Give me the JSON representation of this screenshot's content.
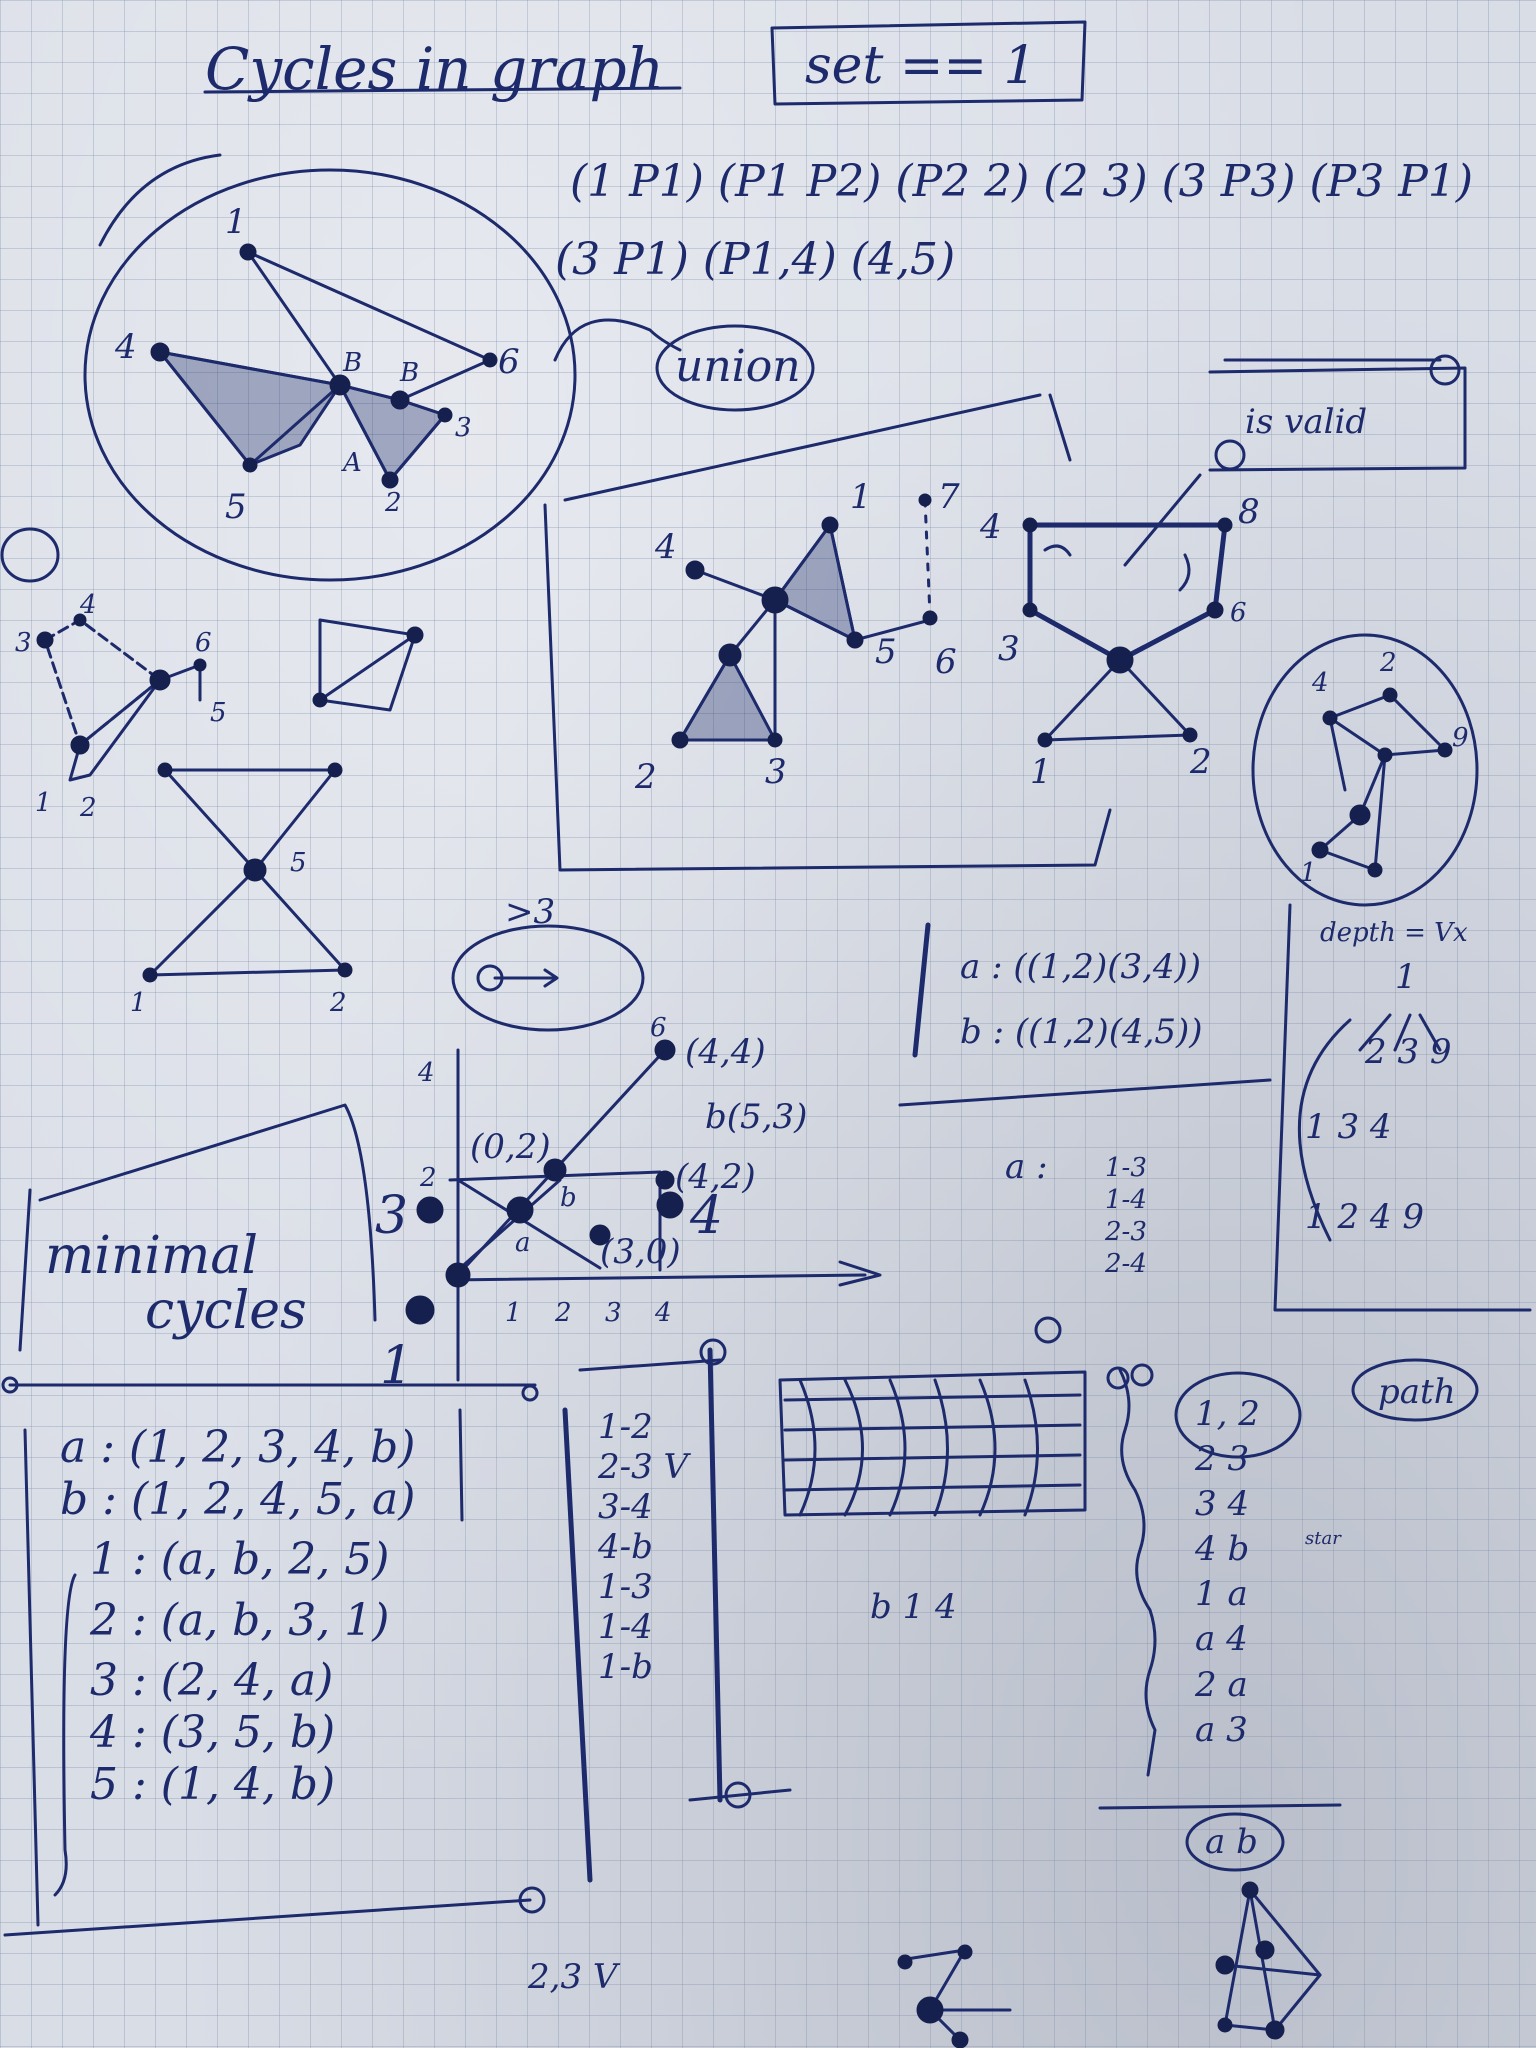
{
  "title": "Cycles in graph",
  "set_box": "set == 1",
  "pairs_line1": "(1 P1) (P1 P2) (P2 2) (2 3) (3 P3) (P3 P1)",
  "pairs_line2": "(3 P1) (P1,4) (4,5)",
  "union_label": "union",
  "is_valid_label": "is valid",
  "minimal_cycles_label": [
    "minimal",
    "cycles"
  ],
  "gt3_label": ">3",
  "cycle_pairs": [
    "a : ((1,2)(3,4))",
    "b : ((1,2)(4,5))"
  ],
  "a_list_label": "a :",
  "a_list": [
    "1-3",
    "1-4",
    "2-3",
    "2-4"
  ],
  "depth_label": "depth = Vx",
  "depth_tree": [
    "1",
    "2  3  9",
    "1  3  4",
    "1  2 4 9"
  ],
  "coord_labels": {
    "p00": "(0,2)",
    "p44": "(4,4)",
    "b53": "b(5,3)",
    "p42": "(4,2)",
    "p30": "(3,0)",
    "six": "6",
    "three": "3",
    "four": "4",
    "one": "1",
    "a": "a",
    "b": "b",
    "axis_x": [
      "1",
      "2",
      "3",
      "4"
    ],
    "axis_y": [
      "4",
      "2"
    ]
  },
  "adjacency": [
    "a : (1, 2, 3, 4, b)",
    "b : (1, 2, 4, 5, a)",
    "1 : (a, b, 2, 5)",
    "2 : (a, b, 3, 1)",
    "3 : (2, 4, a)",
    "4 : (3, 5, b)",
    "5 : (1, 4, b)"
  ],
  "edge_list": [
    "1-2",
    "2-3 V",
    "3-4",
    "4-b",
    "1-3",
    "1-4",
    "1-b"
  ],
  "scribble_label": "b 1 4",
  "path_label": "path",
  "pair_list": [
    "1, 2",
    "2  3",
    "3  4",
    "4  b",
    "1  a",
    "a  4",
    "2  a",
    "a 3"
  ],
  "star_label": "star",
  "ab_label": "a b",
  "bottom_label": "2,3 V",
  "graph_labels": {
    "g1": [
      "1",
      "4",
      "6",
      "5",
      "2",
      "3",
      "A",
      "B",
      "B"
    ],
    "g2": [
      "1",
      "7",
      "4",
      "5",
      "6",
      "2",
      "3"
    ],
    "g3": [
      "4",
      "8",
      "6",
      "3",
      "1",
      "2"
    ],
    "g4": [
      "4",
      "3",
      "1",
      "2",
      "6",
      "5"
    ],
    "g5": [
      "5",
      "1",
      "2"
    ],
    "g6": [
      "4",
      "2",
      "9",
      "1"
    ]
  },
  "colors": {
    "ink": "#1d2a6b",
    "paper": "#d9dde6",
    "grid": "#7887a5"
  }
}
